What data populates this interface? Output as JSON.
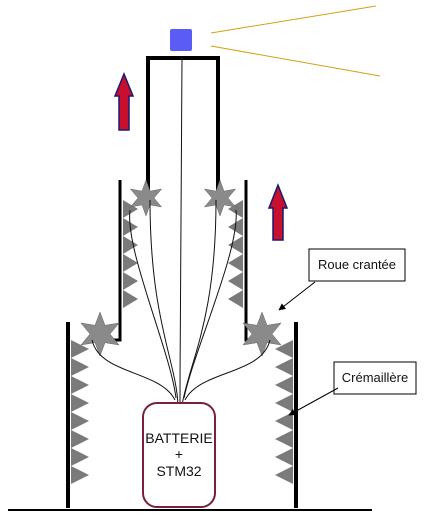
{
  "labels": {
    "gear": "Roue crantée",
    "rack": "Crémaillère"
  },
  "battery": {
    "line1": "BATTERIE",
    "line2": "+",
    "line3": "STM32"
  },
  "colors": {
    "structure": "#000000",
    "rack_teeth": "#7a7a7a",
    "gear": "#8a8a8a",
    "arrow_fill": "#c8102e",
    "arrow_outline": "#1a1a6e",
    "sensor": "#5a5cf5",
    "beam": "#d4a017",
    "battery_border": "#7a1f3d"
  },
  "icons": {
    "sensor": "square-sensor-icon",
    "up_arrow": "up-arrow-icon",
    "gear": "gear-star-icon"
  }
}
